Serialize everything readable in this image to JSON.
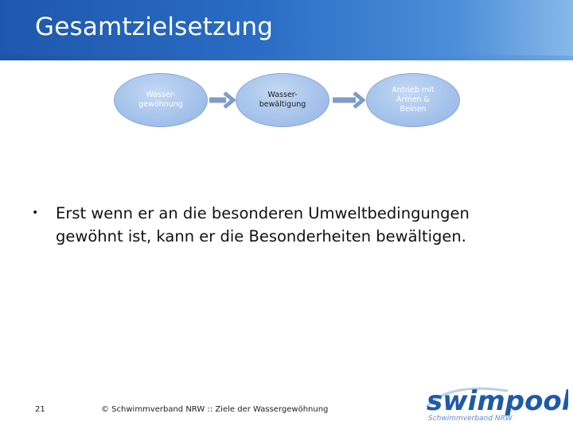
{
  "slide": {
    "title": "Gesamtzielsetzung"
  },
  "diagram": {
    "nodes": [
      {
        "label": "Wasser-\ngewöhnung"
      },
      {
        "label": "Wasser-\nbewältigung"
      },
      {
        "label": "Antrieb mit\nArmen &\nBeinen"
      }
    ]
  },
  "content": {
    "bullet_char": "•",
    "bullet_text": "Erst wenn er an die besonderen Umweltbedingungen gewöhnt ist, kann er die Besonderheiten bewältigen."
  },
  "footer": {
    "page_number": "21",
    "text": "© Schwimmverband NRW :: Ziele der Wassergewöhnung"
  },
  "logo": {
    "wordmark": "swimpool",
    "subtitle": "Schwimmverband NRW"
  },
  "colors": {
    "title_bar": "#2a6cc4",
    "node_fill": "#a7c4ec",
    "arrow": "#8aa7d3",
    "logo_blue": "#1e5aa8"
  }
}
